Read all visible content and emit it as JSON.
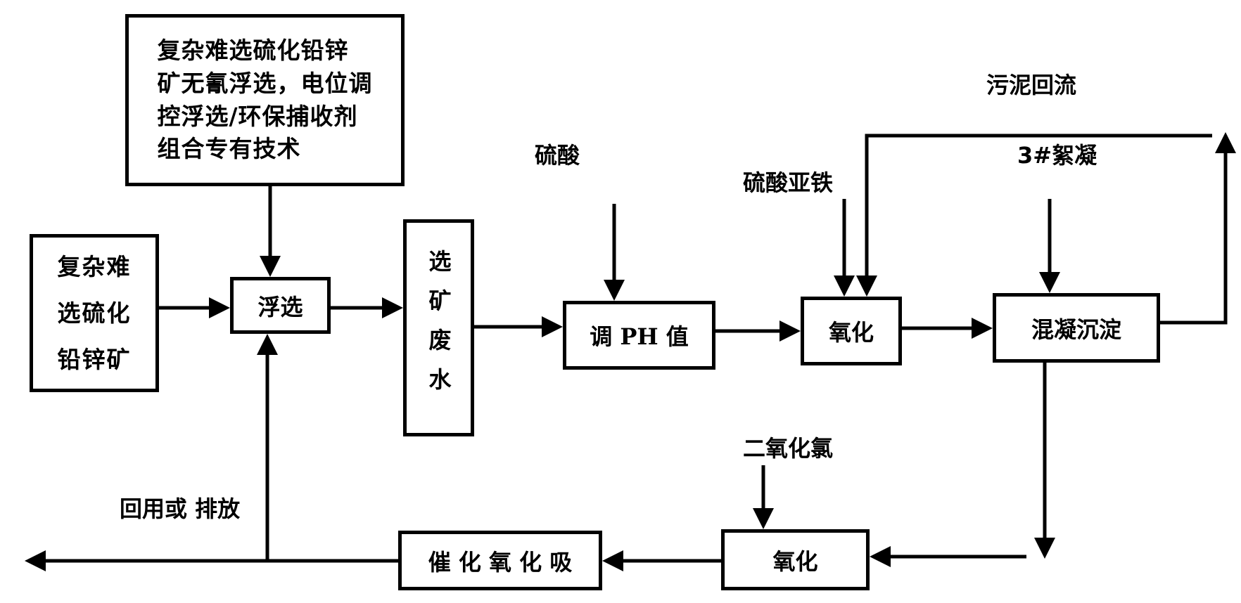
{
  "diagram": {
    "type": "process-flowchart",
    "boxes": {
      "technology": "复杂难选硫化铅锌\n矿无氰浮选，电位调\n控浮选/环保捕收剂\n组合专有技术",
      "ore": "复杂难\n选硫化\n铅锌矿",
      "flotation": "浮选",
      "wastewater": "选矿废水",
      "ph_adjust": "调 PH 值",
      "oxidation_1": "氧化",
      "coagulation": "混凝沉淀",
      "oxidation_2": "氧化",
      "catalytic": "催 化 氧 化 吸"
    },
    "labels": {
      "sulfuric_acid": "硫酸",
      "ferrous_sulfate": "硫酸亚铁",
      "sludge_return": "污泥回流",
      "flocculant": "3#絮凝",
      "chlorine_dioxide": "二氧化氯",
      "reuse_discharge": "回用或 排放"
    },
    "edges": [
      {
        "from": "ore",
        "to": "flotation"
      },
      {
        "from": "technology",
        "to": "flotation"
      },
      {
        "from": "flotation",
        "to": "wastewater"
      },
      {
        "from": "wastewater",
        "to": "ph_adjust"
      },
      {
        "from": "sulfuric_acid",
        "to": "ph_adjust"
      },
      {
        "from": "ph_adjust",
        "to": "oxidation_1"
      },
      {
        "from": "ferrous_sulfate",
        "to": "oxidation_1"
      },
      {
        "from": "coagulation",
        "to": "oxidation_1",
        "label": "sludge_return"
      },
      {
        "from": "oxidation_1",
        "to": "coagulation"
      },
      {
        "from": "flocculant",
        "to": "coagulation"
      },
      {
        "from": "coagulation",
        "to": "oxidation_2"
      },
      {
        "from": "chlorine_dioxide",
        "to": "oxidation_2"
      },
      {
        "from": "oxidation_2",
        "to": "catalytic"
      },
      {
        "from": "catalytic",
        "to": "flotation",
        "label": "reuse_discharge"
      },
      {
        "from": "catalytic",
        "to": "outlet",
        "label": "reuse_discharge"
      }
    ]
  }
}
